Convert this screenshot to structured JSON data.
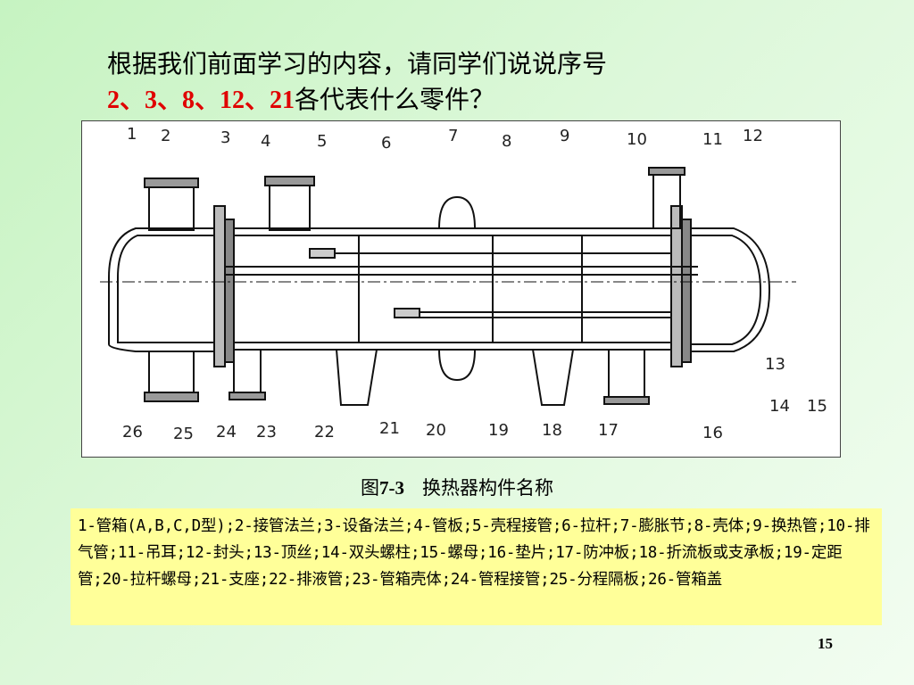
{
  "question": {
    "line1": "根据我们前面学习的内容，请同学们说说序号",
    "line2_red": "2、3、8、12、21",
    "line2_rest": "各代表什么零件？"
  },
  "figure": {
    "labels": [
      "1",
      "2",
      "3",
      "4",
      "5",
      "6",
      "7",
      "8",
      "9",
      "10",
      "11",
      "12",
      "13",
      "14",
      "15",
      "16",
      "17",
      "18",
      "19",
      "20",
      "21",
      "22",
      "23",
      "24",
      "25",
      "26"
    ]
  },
  "caption": {
    "prefix": "图",
    "number": "7-3",
    "title": "换热器构件名称"
  },
  "legend": {
    "text": "1-管箱(A,B,C,D型);2-接管法兰;3-设备法兰;4-管板;5-壳程接管;6-拉杆;7-膨胀节;8-壳体;9-换热管;10-排气管;11-吊耳;12-封头;13-顶丝;14-双头螺柱;15-螺母;16-垫片;17-防冲板;18-折流板或支承板;19-定距管;20-拉杆螺母;21-支座;22-排液管;23-管箱壳体;24-管程接管;25-分程隔板;26-管箱盖"
  },
  "page_number": "15",
  "colors": {
    "accent_red": "#e00000",
    "legend_bg": "#ffff99"
  }
}
